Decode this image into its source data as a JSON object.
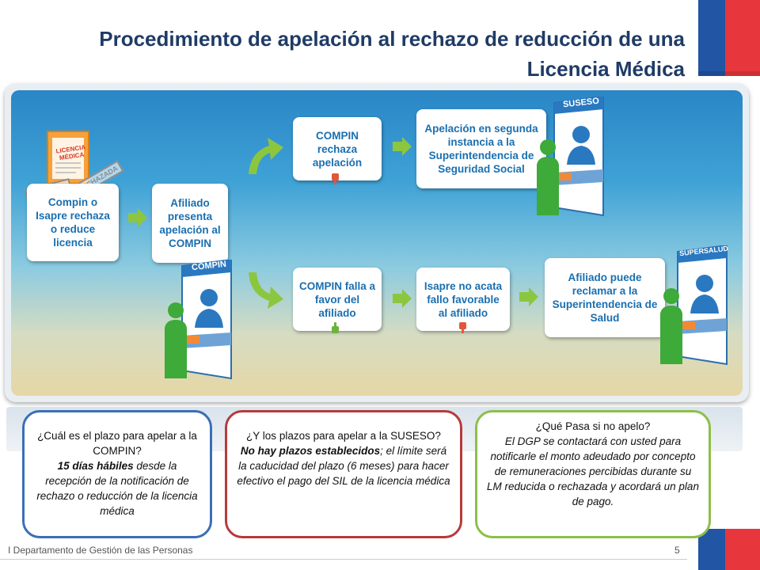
{
  "title": "Procedimiento de apelación al rechazo de reducción de una Licencia Médica",
  "colors": {
    "title": "#1f3b66",
    "box_text": "#1a6fb0",
    "flag_blue": "#2255a4",
    "flag_red": "#e8363d",
    "arrow_green": "#8cc63f",
    "border_blue": "#3a6fb5",
    "border_red": "#b73a3a",
    "border_green": "#8cbf4a"
  },
  "document": {
    "label": "LICENCIA MÉDICA",
    "stamp_reduced": "REDUCIDA",
    "stamp_rejected": "RECHAZADA"
  },
  "flow": {
    "start": "Compin o Isapre rechaza o reduce licencia",
    "appeal": "Afiliado presenta apelación al COMPIN",
    "rejects": "COMPIN rechaza apelación",
    "favors": "COMPIN falla a favor del afiliado",
    "suseso_appeal": "Apelación en segunda instancia a la Superintendencia de Seguridad Social",
    "isapre_no_comply": "Isapre no acata fallo favorable al afiliado",
    "superintendencia_salud": "Afiliado puede reclamar a la Superintendencia de Salud"
  },
  "counters": {
    "compin": "COMPIN",
    "suseso": "SUSESO",
    "supersalud": "SUPERSALUD"
  },
  "icons": {
    "thumb_down": "thumbs-down-icon",
    "thumb_up": "thumbs-up-icon",
    "arrow": "green-arrow-icon"
  },
  "faq": [
    {
      "question": "¿Cuál es el plazo para apelar a la COMPIN?",
      "answer_bold": "15 días hábiles",
      "answer_rest": " desde la recepción de la notificación de rechazo o reducción de la licencia médica"
    },
    {
      "question": "¿Y los plazos para apelar a la SUSESO?",
      "answer_bold": "No hay plazos establecidos",
      "answer_rest": "; el límite será la caducidad del plazo (6 meses) para hacer efectivo el pago del SIL de la licencia médica"
    },
    {
      "question": "¿Qué Pasa si no apelo?",
      "answer_bold": "",
      "answer_rest": "El DGP se contactará con usted para notificarle el monto adeudado por concepto de remuneraciones percibidas durante su LM reducida o rechazada y acordará un plan de pago."
    }
  ],
  "footer": {
    "department": "I Departamento de Gestión de las Personas",
    "page_number": "5"
  }
}
